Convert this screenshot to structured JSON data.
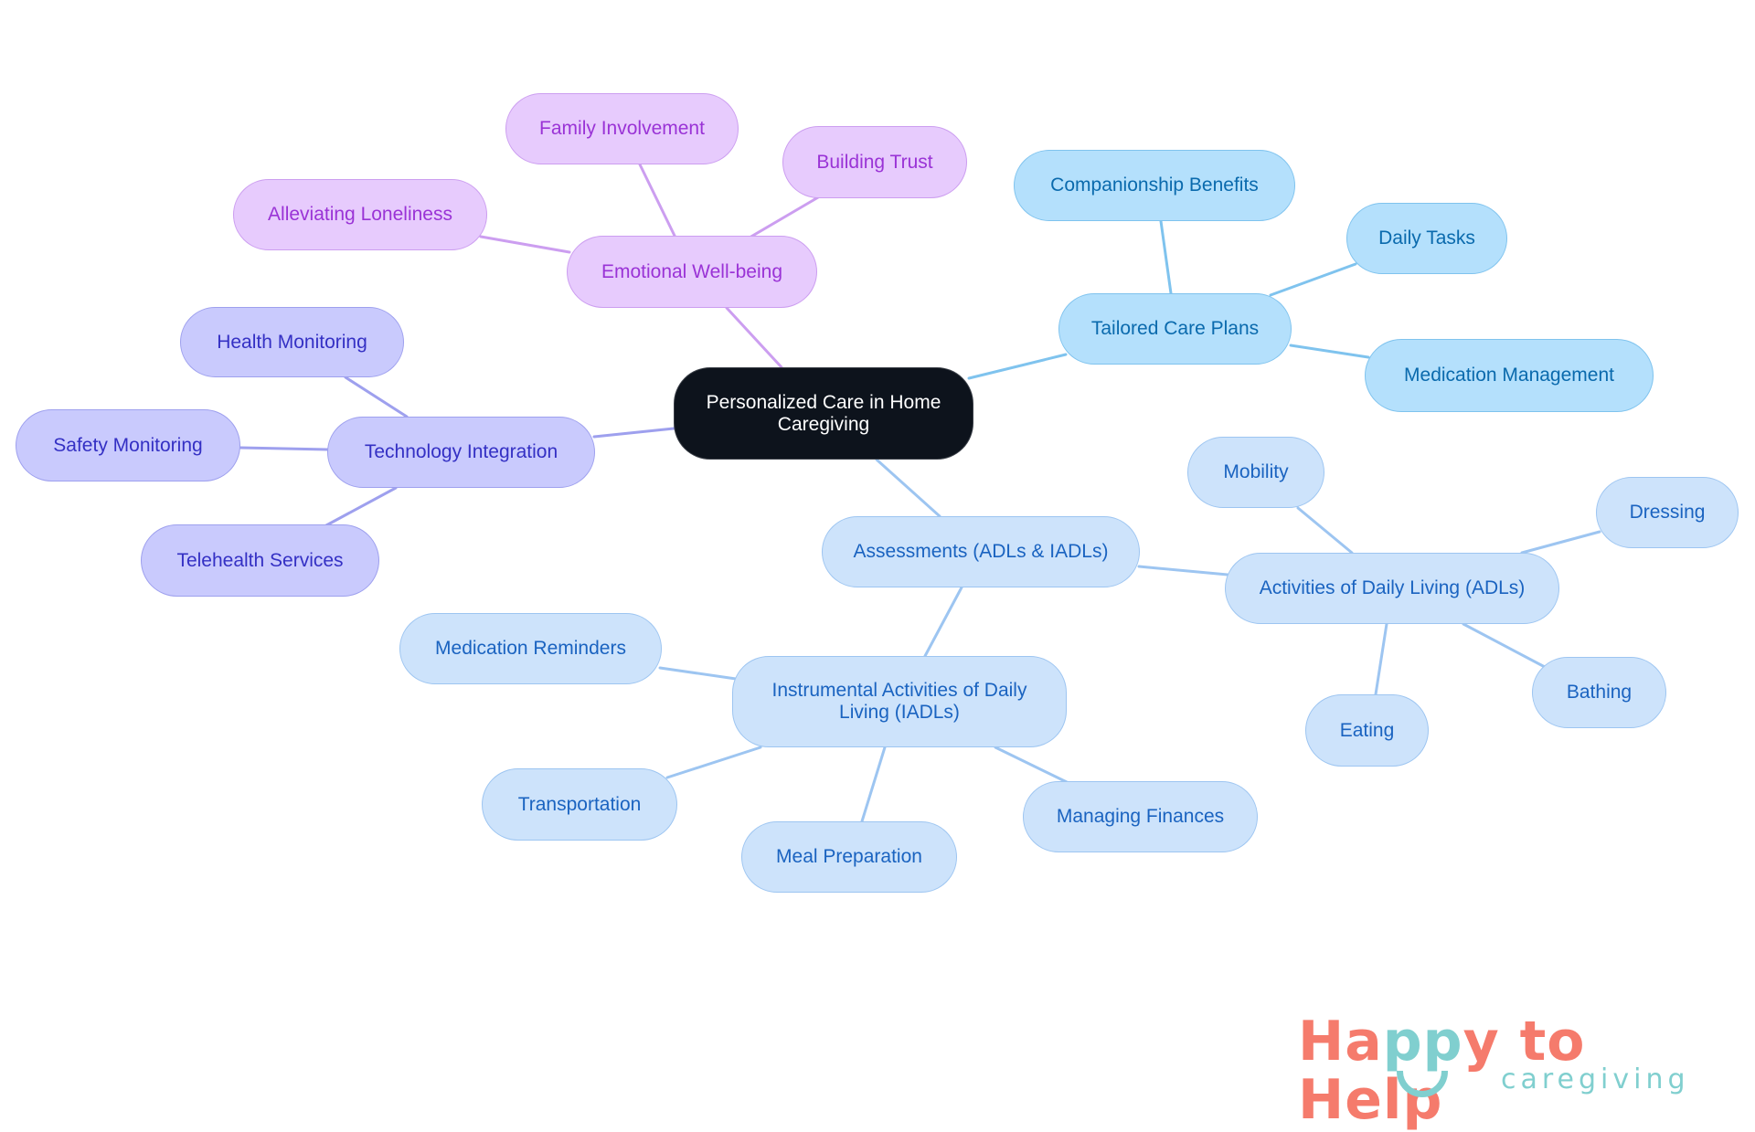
{
  "diagram": {
    "type": "mind-map",
    "root": "Personalized Care in Home Caregiving",
    "colors": {
      "root_fill": "#0d131c",
      "emotional_branch": "#cc9ef0",
      "technology_branch": "#9ea0ee",
      "tailored_branch": "#7fc3ee",
      "assessments_branch": "#9dc5f1"
    },
    "nodes": {
      "root": "Personalized Care in Home Caregiving",
      "emotional": "Emotional Well-being",
      "family": "Family Involvement",
      "trust": "Building Trust",
      "loneliness": "Alleviating Loneliness",
      "technology": "Technology Integration",
      "health_mon": "Health Monitoring",
      "safety_mon": "Safety Monitoring",
      "telehealth": "Telehealth Services",
      "tailored": "Tailored Care Plans",
      "companionship": "Companionship Benefits",
      "daily_tasks": "Daily Tasks",
      "med_mgmt": "Medication Management",
      "assessments": "Assessments (ADLs & IADLs)",
      "adls": "Activities of Daily Living (ADLs)",
      "mobility": "Mobility",
      "dressing": "Dressing",
      "bathing": "Bathing",
      "eating": "Eating",
      "iadls": "Instrumental Activities of Daily Living (IADLs)",
      "med_reminders": "Medication Reminders",
      "transportation": "Transportation",
      "meal_prep": "Meal Preparation",
      "finances": "Managing Finances"
    }
  },
  "logo": {
    "brand_ha": "Ha",
    "brand_pp": "pp",
    "brand_rest": "y to Help",
    "tagline": "caregiving"
  }
}
